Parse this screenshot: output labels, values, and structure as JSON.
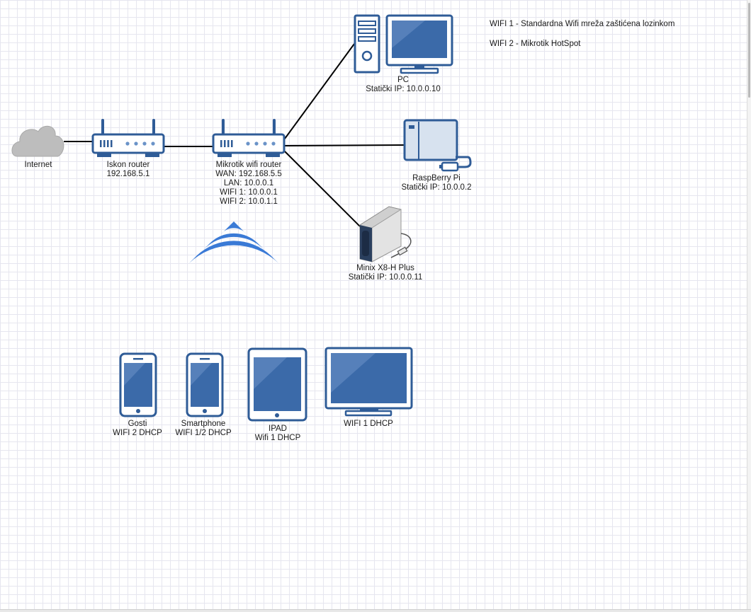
{
  "colors": {
    "device_blue": "#3b6aa9",
    "device_outline": "#2f5c97",
    "device_light": "#d7e2ef",
    "cloud": "#bdbdbd",
    "wifi_waves": "#3a7ad6",
    "link_line": "#000000"
  },
  "notes": [
    "WIFI 1 - Standardna Wifi mreža zaštićena lozinkom",
    "WIFI 2 - Mikrotik HotSpot"
  ],
  "nodes": {
    "internet": {
      "icon": "cloud-icon",
      "lines": [
        "Internet"
      ]
    },
    "iskon": {
      "icon": "router-icon",
      "lines": [
        "Iskon router",
        "192.168.5.1"
      ]
    },
    "mikrotik": {
      "icon": "router-icon",
      "lines": [
        "Mikrotik wifi router",
        "WAN: 192.168.5.5",
        "LAN: 10.0.0.1",
        "WIFI 1: 10.0.0.1",
        "WIFI 2: 10.0.1.1"
      ]
    },
    "pc": {
      "icon": "desktop-pc-icon",
      "lines": [
        "PC",
        "Statički IP: 10.0.0.10"
      ]
    },
    "raspberry": {
      "icon": "raspberry-pi-icon",
      "lines": [
        "RaspBerry Pi",
        "Statički IP: 10.0.0.2"
      ]
    },
    "minix": {
      "icon": "media-box-icon",
      "lines": [
        "Minix X8-H Plus",
        "Statički IP: 10.0.0.11"
      ]
    },
    "gosti": {
      "icon": "smartphone-icon",
      "lines": [
        "Gosti",
        "WIFI 2 DHCP"
      ]
    },
    "smartphone": {
      "icon": "smartphone-icon",
      "lines": [
        "Smartphone",
        "WIFI 1/2 DHCP"
      ]
    },
    "ipad": {
      "icon": "tablet-icon",
      "lines": [
        "IPAD",
        "Wifi 1 DHCP"
      ]
    },
    "tv": {
      "icon": "tv-icon",
      "lines": [
        "WIFI 1 DHCP"
      ]
    },
    "wifi": {
      "icon": "wifi-icon"
    }
  },
  "links": [
    [
      "internet",
      "iskon"
    ],
    [
      "iskon",
      "mikrotik"
    ],
    [
      "mikrotik",
      "pc"
    ],
    [
      "mikrotik",
      "raspberry"
    ],
    [
      "mikrotik",
      "minix"
    ]
  ]
}
